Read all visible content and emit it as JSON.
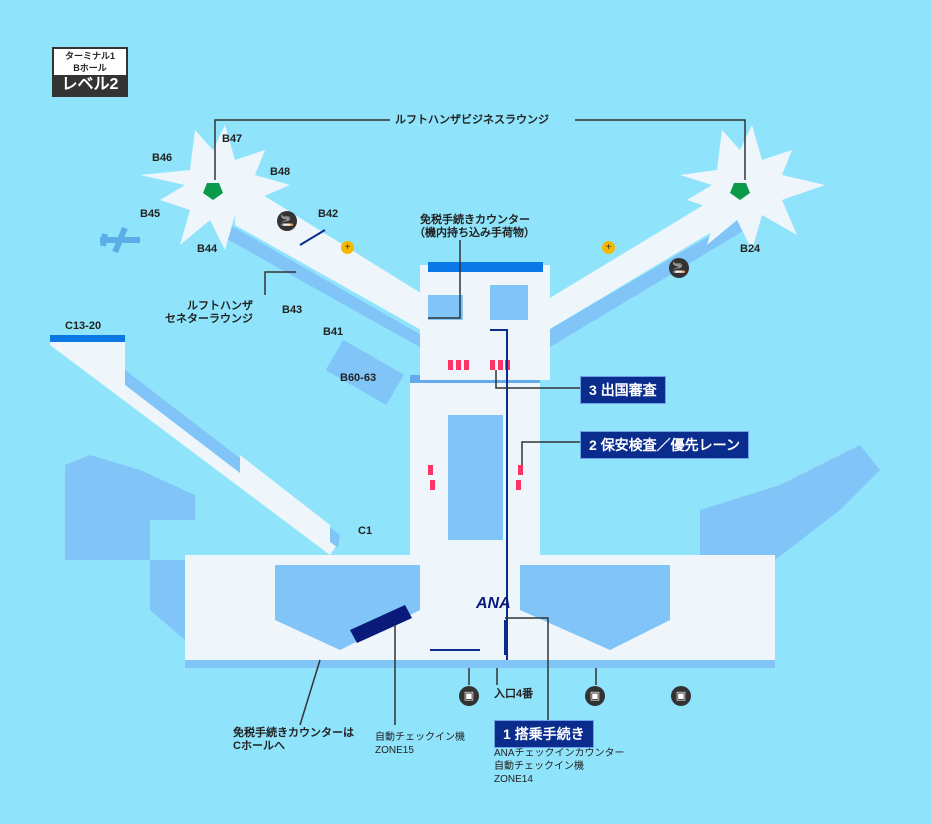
{
  "level_badge": {
    "terminal": "ターミナル1",
    "hall": "Bホール",
    "level": "レベル2"
  },
  "gates": {
    "b47": "B47",
    "b46": "B46",
    "b48": "B48",
    "b45": "B45",
    "b44": "B44",
    "b42": "B42",
    "b43": "B43",
    "b41": "B41",
    "b60_63": "B60-63",
    "b24": "B24",
    "c13_20": "C13-20",
    "c1": "C1"
  },
  "labels": {
    "lufthansa_business": "ルフトハンザビジネスラウンジ",
    "lufthansa_senator_1": "ルフトハンザ",
    "lufthansa_senator_2": "セネターラウンジ",
    "taxfree_hand_1": "免税手続きカウンター",
    "taxfree_hand_2": "（機内持ち込み手荷物）",
    "taxfree_c_1": "免税手続きカウンターは",
    "taxfree_c_2": "Cホールへ",
    "kiosk15_1": "自動チェックイン機",
    "kiosk15_2": "ZONE15",
    "entrance": "入口4番",
    "ana_1": "ANAチェックインカウンター",
    "ana_2": "自動チェックイン機",
    "ana_3": "ZONE14",
    "ana_logo": "ANA"
  },
  "steps": [
    {
      "num": "1",
      "label": "搭乗手続き"
    },
    {
      "num": "2",
      "label": "保安検査／優先レーン"
    },
    {
      "num": "3",
      "label": "出国審査"
    }
  ],
  "colors": {
    "background": "#8fe4fb",
    "floor": "#eef6fb",
    "wall": "#80c4f8",
    "accent": "#0a78e6",
    "badge": "#0a2c8c",
    "lounge": "#0a9a4a"
  }
}
